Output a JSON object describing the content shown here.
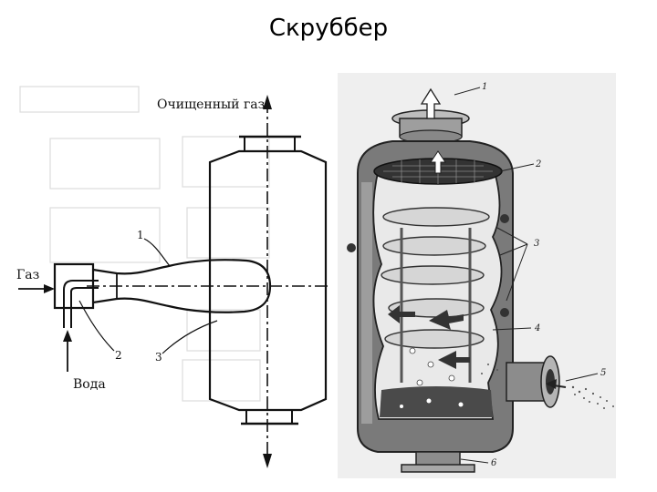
{
  "slide": {
    "title": "Скруббер"
  },
  "left_diagram": {
    "label_clean_gas": "Очищенный газ",
    "label_gas": "Газ",
    "label_water": "Вода",
    "callout_1": "1",
    "callout_2": "2",
    "callout_3": "3"
  },
  "right_diagram": {
    "callout_1": "1",
    "callout_2": "2",
    "callout_3": "3",
    "callout_4": "4",
    "callout_5": "5",
    "callout_6": "6"
  }
}
